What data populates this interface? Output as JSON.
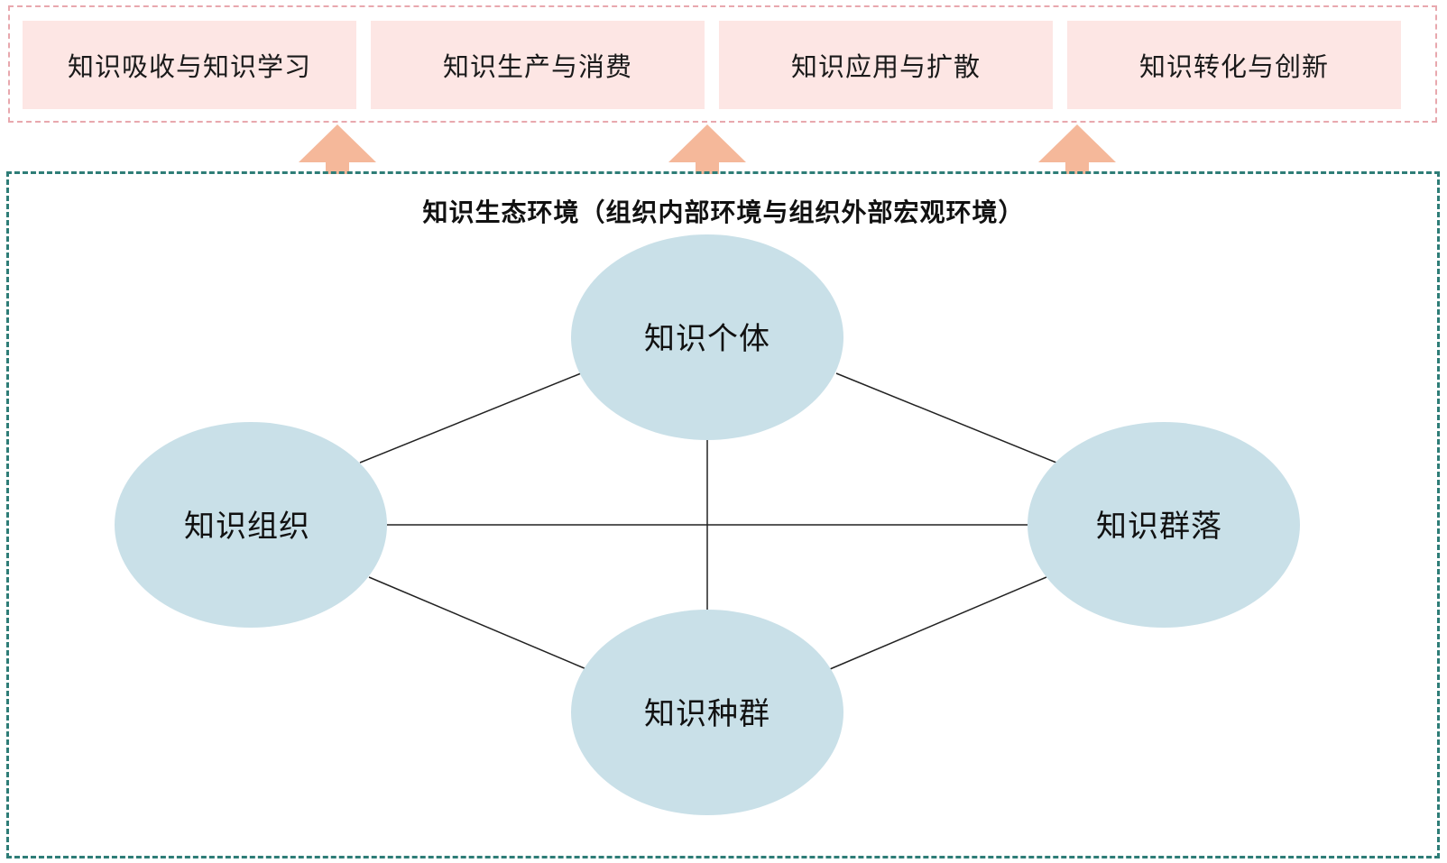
{
  "colors": {
    "top_frame_border": "#e8a8ae",
    "process_box_fill": "#fde6e4",
    "env_frame_border": "#2e7d77",
    "arrow_fill": "#f5b89a",
    "node_fill": "#c9e0e8",
    "connector": "#222222"
  },
  "processes": [
    {
      "label": "知识吸收与知识学习"
    },
    {
      "label": "知识生产与消费"
    },
    {
      "label": "知识应用与扩散"
    },
    {
      "label": "知识转化与创新"
    }
  ],
  "environment": {
    "title": "知识生态环境（组织内部环境与组织外部宏观环境）"
  },
  "nodes": {
    "individual": {
      "label": "知识个体"
    },
    "organization": {
      "label": "知识组织"
    },
    "community": {
      "label": "知识群落"
    },
    "population": {
      "label": "知识种群"
    }
  },
  "icons": {
    "arrow": "upward-arrow-icon"
  }
}
